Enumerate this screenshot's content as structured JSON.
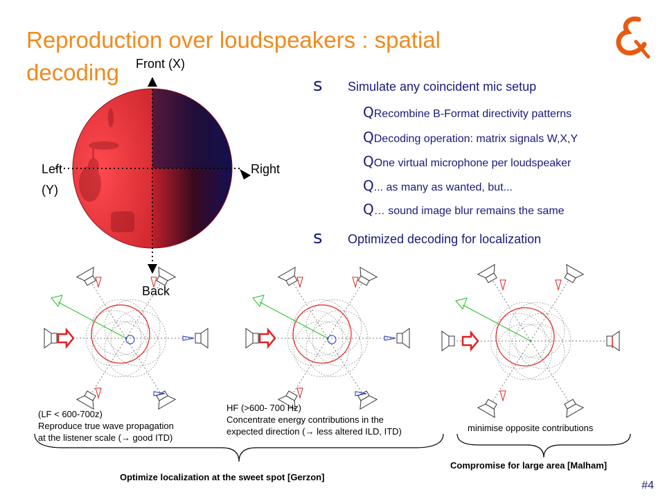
{
  "title": "Reproduction over loudspeakers : spatial decoding",
  "axes": {
    "front": "Front (X)",
    "left": "Left",
    "left_sub": "(Y)",
    "right": "Right",
    "back": "Back"
  },
  "bullets": [
    {
      "mark": "s",
      "text": "Simulate any coincident mic setup",
      "subs": [
        {
          "mark": "Q",
          "text": "Recombine B-Format directivity patterns"
        },
        {
          "mark": "Q",
          "text": "Decoding operation: matrix signals W,X,Y"
        },
        {
          "mark": "Q",
          "text": "One virtual microphone per loudspeaker"
        },
        {
          "mark": "Q",
          "text": "... as many as wanted, but..."
        },
        {
          "mark": "Q",
          "text": "… sound image blur remains the same"
        }
      ]
    },
    {
      "mark": "s",
      "text": "Optimized decoding for localization",
      "subs": []
    }
  ],
  "notes": {
    "lf_1": "(LF < 600-700z)",
    "lf_2": "Reproduce true wave propagation",
    "lf_3": "at the listener scale (→ good ITD)",
    "hf_1": "HF (>600- 700 Hz)",
    "hf_2": "Concentrate energy contributions in the",
    "hf_3": "expected direction (→ less altered ILD, ITD)",
    "malham": "minimise opposite contributions",
    "gerzon_caption": "Optimize  localization at the sweet spot [Gerzon]",
    "malham_caption": "Compromise for large area [Malham]"
  },
  "page_number": "#4",
  "colors": {
    "title": "#f08a1c",
    "bullet": "#1a1a7a",
    "red_field": "#e8333a",
    "blue_field": "#0a1060",
    "logo": "#e85a10"
  }
}
